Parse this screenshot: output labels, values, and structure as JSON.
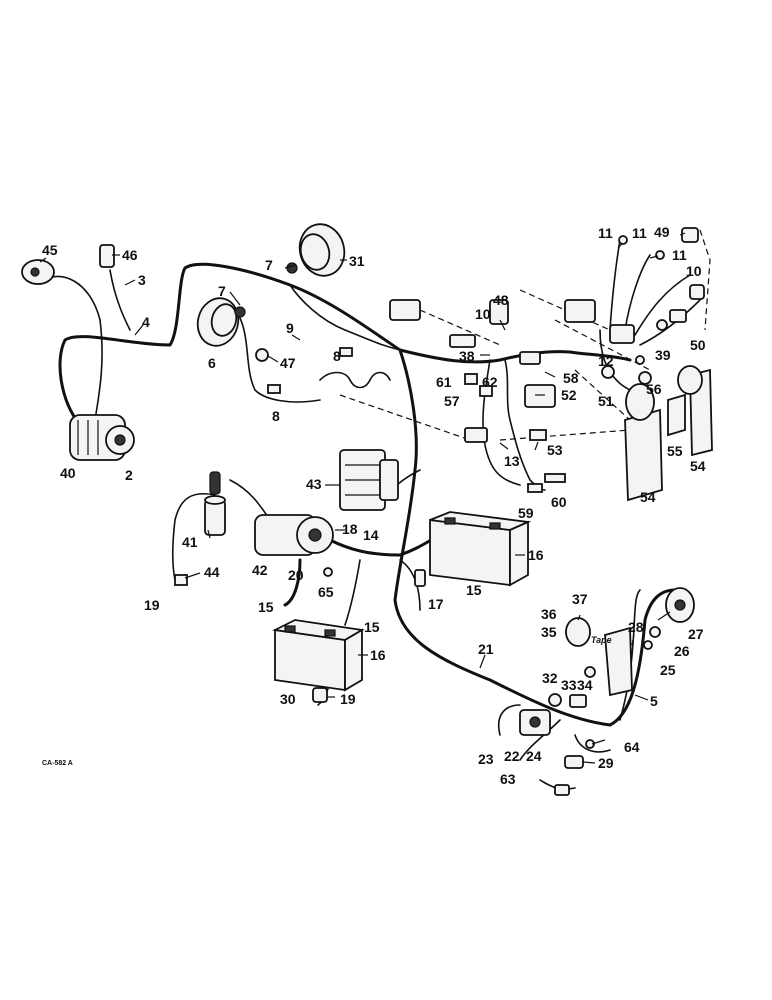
{
  "diagram": {
    "reference_code": "CA-582 A",
    "tape_note": "Tape",
    "callouts": [
      "45",
      "46",
      "3",
      "4",
      "40",
      "2",
      "7",
      "31",
      "6",
      "7",
      "9",
      "47",
      "8",
      "8",
      "48",
      "10",
      "38",
      "61",
      "62",
      "57",
      "58",
      "52",
      "12",
      "51",
      "56",
      "39",
      "50",
      "11",
      "11",
      "49",
      "11",
      "10",
      "55",
      "54",
      "54",
      "13",
      "53",
      "59",
      "60",
      "43",
      "41",
      "44",
      "19",
      "42",
      "18",
      "14",
      "20",
      "65",
      "15",
      "15",
      "16",
      "17",
      "15",
      "16",
      "30",
      "19",
      "21",
      "36",
      "37",
      "35",
      "28",
      "27",
      "26",
      "25",
      "5",
      "32",
      "33",
      "34",
      "23",
      "22",
      "24",
      "64",
      "29",
      "63"
    ]
  }
}
